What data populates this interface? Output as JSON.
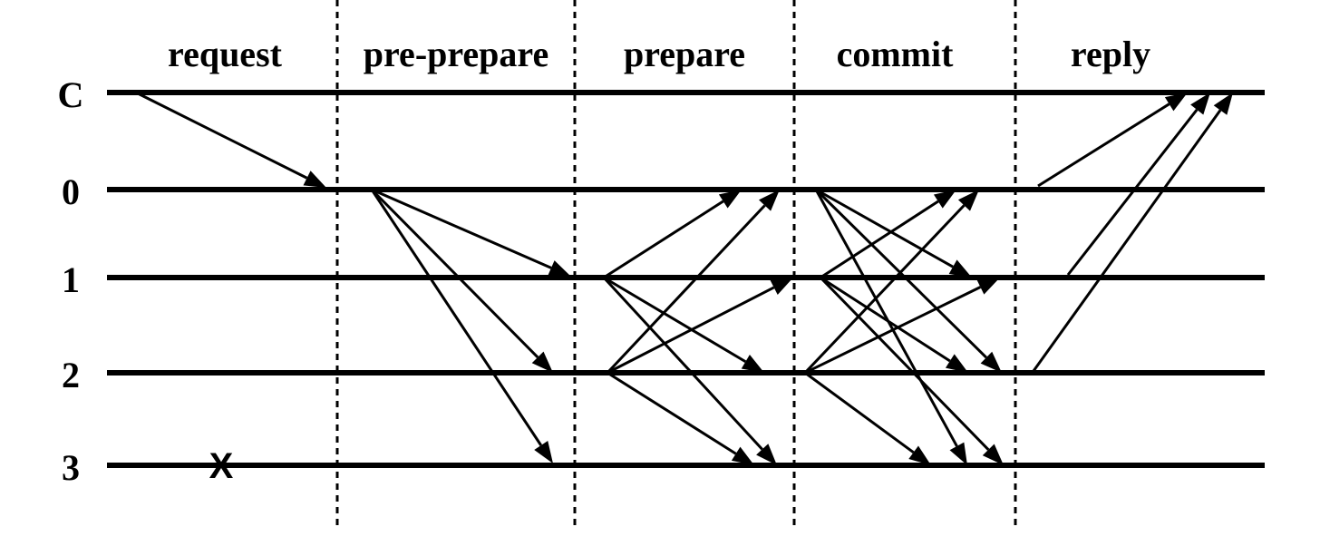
{
  "phases": [
    "request",
    "pre-prepare",
    "prepare",
    "commit",
    "reply"
  ],
  "lanes": [
    "C",
    "0",
    "1",
    "2",
    "3"
  ],
  "failed_marker": "X",
  "failed_lane": "3",
  "messages": [
    {
      "phase": "request",
      "from": "C",
      "to": "0"
    },
    {
      "phase": "pre-prepare",
      "from": "0",
      "to": "1"
    },
    {
      "phase": "pre-prepare",
      "from": "0",
      "to": "2"
    },
    {
      "phase": "pre-prepare",
      "from": "0",
      "to": "3"
    },
    {
      "phase": "prepare",
      "from": "1",
      "to": "0"
    },
    {
      "phase": "prepare",
      "from": "1",
      "to": "2"
    },
    {
      "phase": "prepare",
      "from": "1",
      "to": "3"
    },
    {
      "phase": "prepare",
      "from": "2",
      "to": "0"
    },
    {
      "phase": "prepare",
      "from": "2",
      "to": "1"
    },
    {
      "phase": "prepare",
      "from": "2",
      "to": "3"
    },
    {
      "phase": "commit",
      "from": "0",
      "to": "1"
    },
    {
      "phase": "commit",
      "from": "0",
      "to": "2"
    },
    {
      "phase": "commit",
      "from": "0",
      "to": "3"
    },
    {
      "phase": "commit",
      "from": "1",
      "to": "0"
    },
    {
      "phase": "commit",
      "from": "1",
      "to": "2"
    },
    {
      "phase": "commit",
      "from": "1",
      "to": "3"
    },
    {
      "phase": "commit",
      "from": "2",
      "to": "0"
    },
    {
      "phase": "commit",
      "from": "2",
      "to": "1"
    },
    {
      "phase": "commit",
      "from": "2",
      "to": "3"
    },
    {
      "phase": "reply",
      "from": "0",
      "to": "C"
    },
    {
      "phase": "reply",
      "from": "1",
      "to": "C"
    },
    {
      "phase": "reply",
      "from": "2",
      "to": "C"
    }
  ]
}
